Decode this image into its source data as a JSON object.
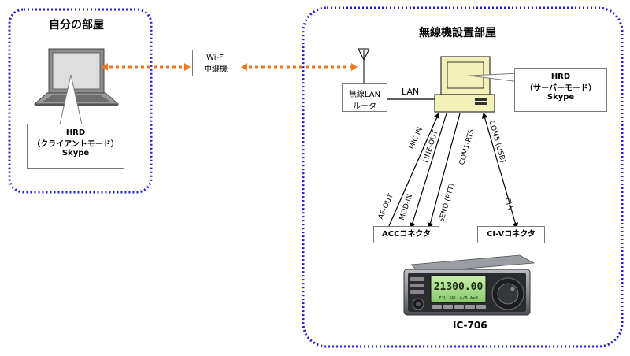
{
  "regions": {
    "home_title": "自分の部屋",
    "radio_room_title": "無線機設置部屋"
  },
  "client_label": {
    "line1": "HRD",
    "line2": "（クライアントモード）",
    "line3": "Skype"
  },
  "server_label": {
    "line1": "HRD",
    "line2": "（サーバーモード）",
    "line3": "Skype"
  },
  "wifi_repeater": {
    "line1": "Wi-Fi",
    "line2": "中継機"
  },
  "wireless_router": {
    "line1": "無線LAN",
    "line2": "ルータ"
  },
  "lan_label": "LAN",
  "connections": {
    "mic_in": "MIC-IN",
    "line_out": "LINE-OUT",
    "com1_rts": "COM1-RTS",
    "com5_usb": "COM5 (USB)",
    "af_out": "AF-OUT",
    "mod_in": "MOD-IN",
    "send_ptt": "SEND (PTT)",
    "ci_v": "CI-V"
  },
  "connectors": {
    "acc": "ACCコネクタ",
    "civ": "CI-Vコネクタ"
  },
  "radio": {
    "model": "IC-706",
    "display": "21300.00",
    "display_sub": "FIL SPL A/B A=B"
  },
  "colors": {
    "dotted_border": "#1f1fd6",
    "wifi_link": "#f07820",
    "line": "#000000"
  }
}
